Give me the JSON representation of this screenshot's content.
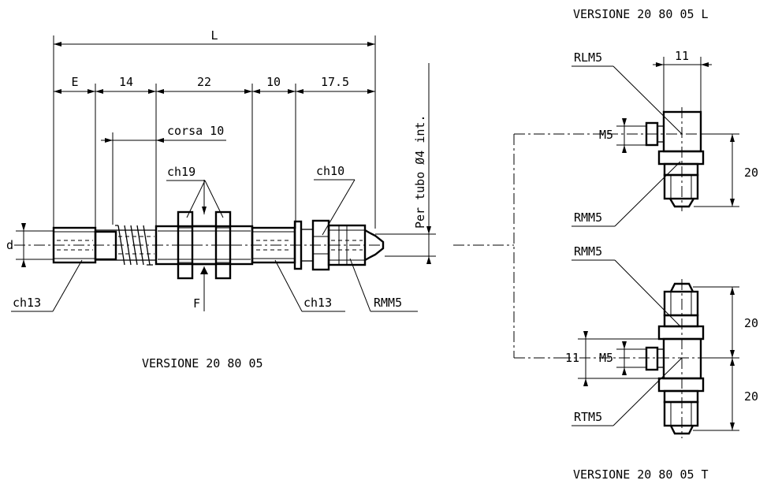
{
  "titles": {
    "main": "VERSIONE 20 80 05",
    "top_right": "VERSIONE 20 80 05 L",
    "bottom_right": "VERSIONE 20 80 05 T"
  },
  "dims": {
    "L": "L",
    "E": "E",
    "d14": "14",
    "d22": "22",
    "d10": "10",
    "d17": "17.5",
    "corsa": "corsa 10",
    "d": "d",
    "F": "F",
    "tubo": "Per tubo Ø4 int.",
    "rl_11": "11",
    "rl_m5": "M5",
    "rl_20": "20",
    "rt_20a": "20",
    "rt_20b": "20",
    "rt_11": "11",
    "rt_m5": "M5"
  },
  "labels": {
    "ch19": "ch19",
    "ch10": "ch10",
    "ch13_left": "ch13",
    "ch13_right": "ch13",
    "rmm5_main": "RMM5",
    "rlm5": "RLM5",
    "rmm5_l": "RMM5",
    "rmm5_t": "RMM5",
    "rtm5": "RTM5"
  }
}
